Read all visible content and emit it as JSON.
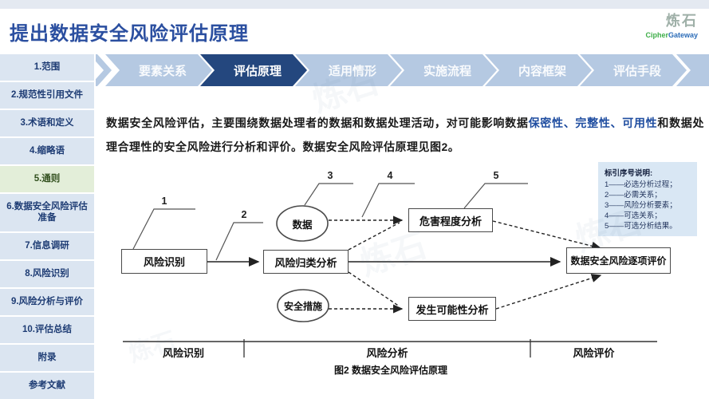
{
  "page": {
    "title": "提出数据安全风险评估原理"
  },
  "logo": {
    "mark": "炼石",
    "name_green": "Cipher",
    "name_blue": "Gateway"
  },
  "breadcrumb": {
    "items": [
      {
        "label": "要素关系",
        "active": false
      },
      {
        "label": "评估原理",
        "active": true
      },
      {
        "label": "适用情形",
        "active": false
      },
      {
        "label": "实施流程",
        "active": false
      },
      {
        "label": "内容框架",
        "active": false
      },
      {
        "label": "评估手段",
        "active": false
      }
    ]
  },
  "sidebar": {
    "items": [
      {
        "label": "1.范围",
        "active": false
      },
      {
        "label": "2.规范性引用文件",
        "active": false
      },
      {
        "label": "3.术语和定义",
        "active": false
      },
      {
        "label": "4.缩略语",
        "active": false
      },
      {
        "label": "5.通则",
        "active": true
      },
      {
        "label": "6.数据安全风险评估准备",
        "active": false
      },
      {
        "label": "7.信息调研",
        "active": false
      },
      {
        "label": "8.风险识别",
        "active": false
      },
      {
        "label": "9.风险分析与评价",
        "active": false
      },
      {
        "label": "10.评估总结",
        "active": false
      },
      {
        "label": "附录",
        "active": false
      },
      {
        "label": "参考文献",
        "active": false
      }
    ]
  },
  "body": {
    "para_part1": "数据安全风险评估，主要围绕数据处理者的数据和数据处理活动，对可能影响数据",
    "para_highlight": "保密性、完整性、可用性",
    "para_part2": "和数据处理合理性的安全风险进行分析和评价。数据安全风险评估原理见图2。"
  },
  "diagram": {
    "nodes": {
      "risk_identify": "风险识别",
      "risk_classify": "风险归类分析",
      "data": "数据",
      "security_measures": "安全措施",
      "harm_analysis": "危害程度分析",
      "likelihood_analysis": "发生可能性分析",
      "evaluation": "数据安全风险逐项评价"
    },
    "callouts": [
      "1",
      "2",
      "3",
      "4",
      "5"
    ],
    "legend": {
      "title": "标引序号说明:",
      "lines": [
        "1——必选分析过程；",
        "2——必需关系；",
        "3——风险分析要素；",
        "4——可选关系；",
        "5——可选分析结果。"
      ]
    },
    "phases": [
      "风险识别",
      "风险分析",
      "风险评价"
    ],
    "caption": "图2 数据安全风险评估原理"
  },
  "colors": {
    "title_blue": "#2b4fa0",
    "crumb_active": "#24477e",
    "crumb_inactive": "#b5c9e2",
    "sidebar_bg": "#dbe5f1",
    "sidebar_active_bg": "#e3eed9",
    "highlight_text": "#1f4da0",
    "legend_bg": "#d9e7f4"
  }
}
